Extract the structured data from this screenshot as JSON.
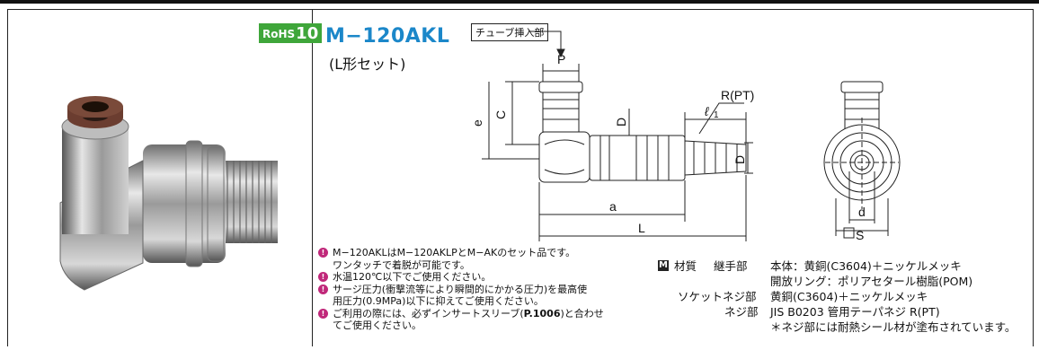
{
  "badge": {
    "rohs_text": "RoHS",
    "rohs_num": "10"
  },
  "product": {
    "model": "M−120AKL",
    "subtitle": "(L形セット)"
  },
  "drawing": {
    "tube_label": "チューブ挿入部",
    "dims": {
      "P": "P",
      "C": "C",
      "e": "e",
      "D1": "D",
      "D1sub": "1",
      "l1": "ℓ",
      "l1sub": "1",
      "R": "R(PT)",
      "D": "D",
      "a": "a",
      "L": "L",
      "d": "d",
      "S": "S"
    }
  },
  "notes": [
    "M−120AKLはM−120AKLPとM−AKのセット品です。",
    "ワンタッチで着脱が可能です。",
    "水温120℃以下でご使用ください。",
    "サージ圧力(衝撃流等により瞬間的にかかる圧力)を最高使",
    "用圧力(0.9MPa)以下に抑えてご使用ください。",
    "ご利用の際には、必ずインサートスリーブ(",
    "P.1006",
    ")と合わせ",
    "てご使用ください。"
  ],
  "spec": {
    "badge": "M",
    "material_label": "材質",
    "rows": [
      {
        "label": "継手部",
        "value": "本体：黄銅(C3604)＋ニッケルメッキ"
      },
      {
        "label": "",
        "value": "開放リング：ポリアセタール樹脂(POM)"
      },
      {
        "label": "ソケットネジ部",
        "value": "黄銅(C3604)＋ニッケルメッキ"
      },
      {
        "label": "ネジ部",
        "value": "JIS B0203 管用テーパネジ R(PT)"
      },
      {
        "label": "",
        "value": "＊ネジ部には耐熱シール材が塗布されています。"
      }
    ]
  }
}
